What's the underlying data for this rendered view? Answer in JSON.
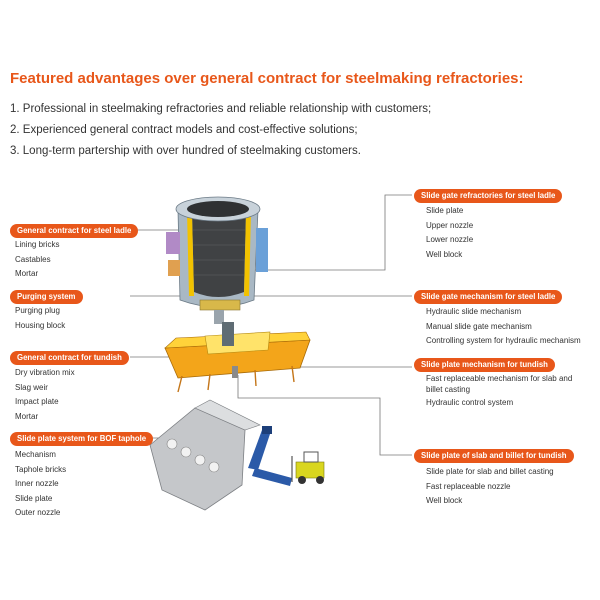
{
  "heading": "Featured advantages over general contract for steelmaking refractories:",
  "advantages": [
    "1. Professional in steelmaking refractories and reliable relationship with customers;",
    "2. Experienced general contract models and cost-effective solutions;",
    "3. Long-term partership with over hundred of steelmaking customers."
  ],
  "left": {
    "ladle": {
      "title": "General contract for steel ladle",
      "items": [
        "Lining bricks",
        "Castables",
        "Mortar"
      ]
    },
    "purging": {
      "title": "Purging system",
      "items": [
        "Purging plug",
        "Housing block"
      ]
    },
    "tundish": {
      "title": "General contract for tundish",
      "items": [
        "Dry vibration mix",
        "Slag weir",
        "Impact plate",
        "Mortar"
      ]
    },
    "bof": {
      "title": "Slide plate system for BOF taphole",
      "items": [
        "Mechanism",
        "Taphole bricks",
        "Inner nozzle",
        "Slide plate",
        "Outer nozzle"
      ]
    }
  },
  "right": {
    "gate_refr": {
      "title": "Slide gate refractories for steel ladle",
      "items": [
        "Slide plate",
        "Upper nozzle",
        "Lower nozzle",
        "Well block"
      ]
    },
    "gate_mech": {
      "title": "Slide gate mechanism for steel ladle",
      "items": [
        "Hydraulic slide mechanism",
        "Manual slide gate mechanism",
        "Controlling system for hydraulic mechanism"
      ]
    },
    "plate_mech": {
      "title": "Slide plate mechanism for tundish",
      "items": [
        "Fast replaceable mechanism for slab and billet casting",
        "Hydraulic control system"
      ]
    },
    "slab": {
      "title": "Slide plate of slab and billet for tundish",
      "items": [
        "Slide plate for slab and billet casting",
        "Fast replaceable nozzle",
        "Well block"
      ]
    }
  }
}
